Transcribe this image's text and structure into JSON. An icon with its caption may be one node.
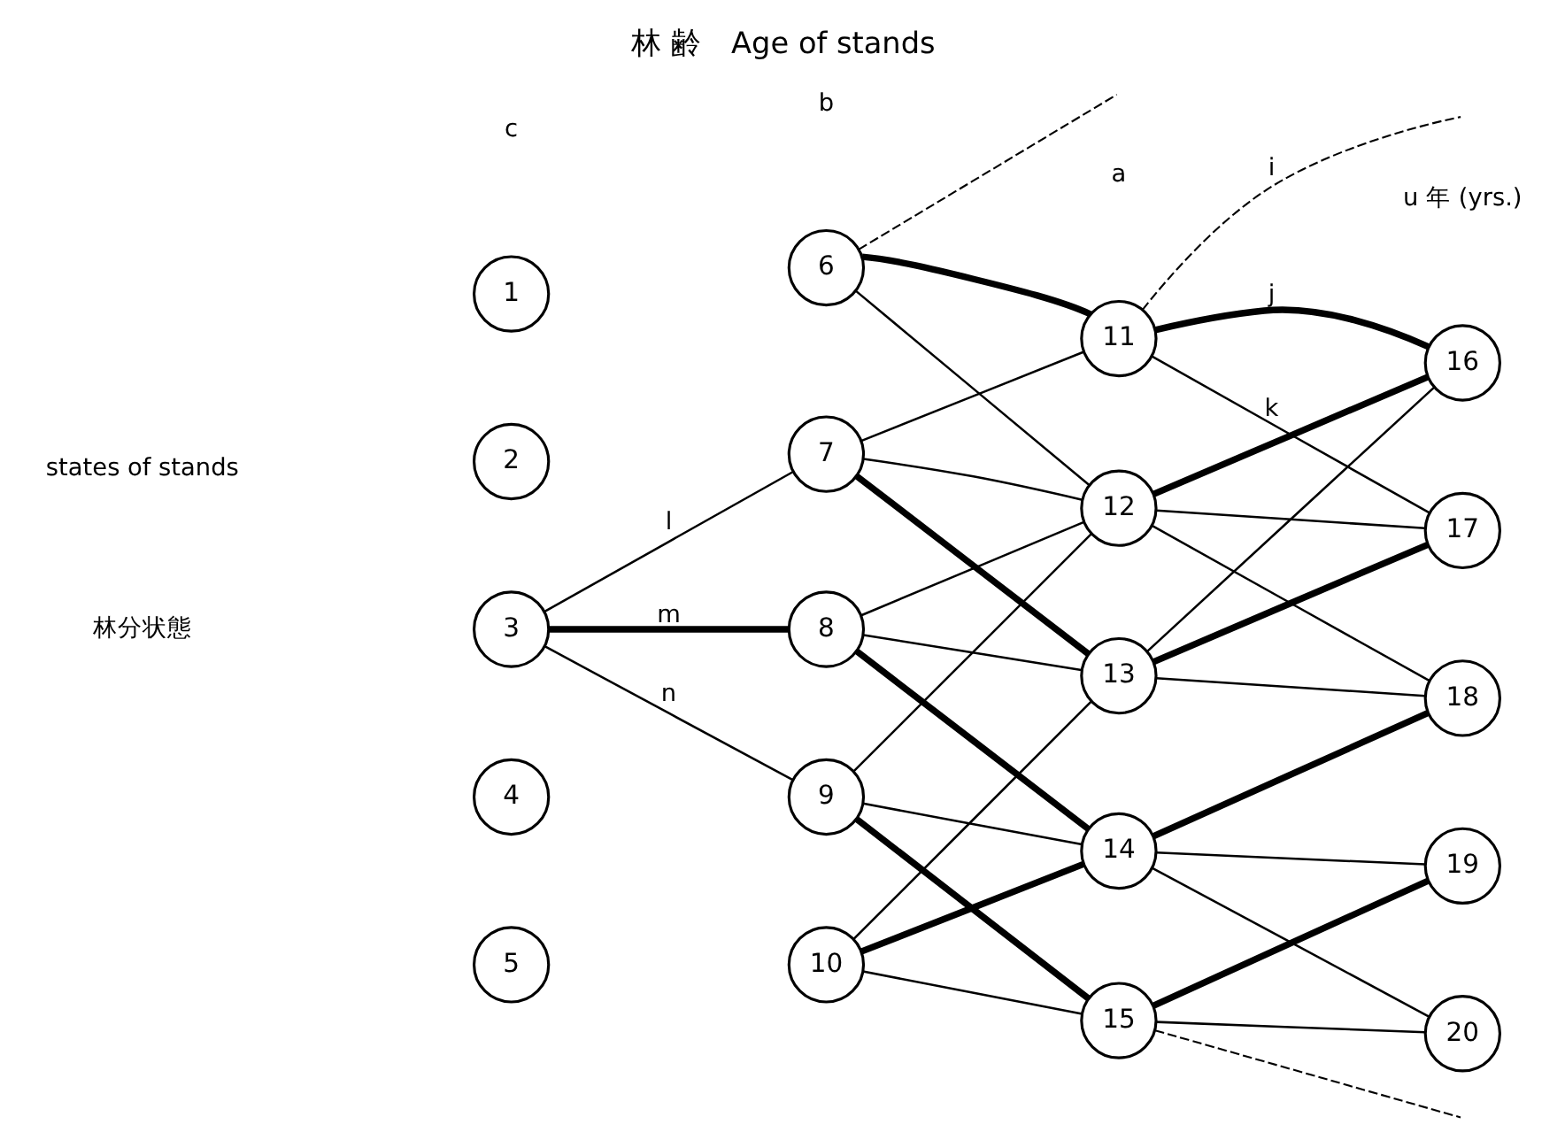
{
  "diagram": {
    "title": "林 齢　Age of stands",
    "nodes": [
      {
        "text": [
          "1"
        ]
      },
      {
        "text": [
          "2"
        ]
      },
      {
        "text": [
          "3"
        ]
      },
      {
        "text": [
          "4"
        ]
      },
      {
        "text": [
          "5"
        ]
      },
      {
        "text": [
          "6"
        ]
      },
      {
        "text": [
          "7"
        ]
      },
      {
        "text": [
          "8"
        ]
      },
      {
        "text": [
          "9"
        ]
      },
      {
        "text": [
          "10"
        ]
      },
      {
        "text": [
          "11"
        ]
      },
      {
        "text": [
          "12"
        ]
      },
      {
        "text": [
          "13"
        ]
      },
      {
        "text": [
          "14"
        ]
      },
      {
        "text": [
          "15"
        ]
      },
      {
        "text": [
          "16"
        ]
      },
      {
        "text": [
          "17"
        ]
      },
      {
        "text": [
          "18"
        ]
      },
      {
        "text": [
          "19"
        ]
      },
      {
        "text": [
          "20"
        ]
      }
    ],
    "edges": [
      {
        "from": 2,
        "to": 6,
        "arrow": "none",
        "label": "l"
      },
      {
        "from": 2,
        "to": 7,
        "arrow": "none",
        "label": "m",
        "style": "thick"
      },
      {
        "from": 2,
        "to": 8,
        "arrow": "none",
        "label": "n"
      },
      {
        "from": 5,
        "to": null,
        "arrow": "none",
        "style": "dashed"
      },
      {
        "from": 5,
        "to": 10,
        "arrow": "none",
        "style": "thick"
      },
      {
        "from": 5,
        "to": 11,
        "arrow": "none"
      },
      {
        "from": 6,
        "to": 10,
        "arrow": "none"
      },
      {
        "from": 6,
        "to": 11,
        "arrow": "none"
      },
      {
        "from": 6,
        "to": 12,
        "arrow": "none",
        "style": "thick"
      },
      {
        "from": 7,
        "to": 11,
        "arrow": "none"
      },
      {
        "from": 7,
        "to": 12,
        "arrow": "none"
      },
      {
        "from": 7,
        "to": 13,
        "arrow": "none",
        "style": "thick"
      },
      {
        "from": 8,
        "to": 11,
        "arrow": "none"
      },
      {
        "from": 8,
        "to": 13,
        "arrow": "none"
      },
      {
        "from": 8,
        "to": 14,
        "arrow": "none",
        "style": "thick"
      },
      {
        "from": 9,
        "to": 12,
        "arrow": "none"
      },
      {
        "from": 9,
        "to": 13,
        "arrow": "none",
        "style": "thick"
      },
      {
        "from": 9,
        "to": 14,
        "arrow": "none"
      },
      {
        "from": 10,
        "to": null,
        "arrow": "none",
        "label": "i",
        "style": "dashed"
      },
      {
        "from": 10,
        "to": 15,
        "arrow": "none",
        "label": "j",
        "style": "thick"
      },
      {
        "from": 10,
        "to": 16,
        "arrow": "none",
        "label": "k"
      },
      {
        "from": 11,
        "to": 15,
        "arrow": "none",
        "style": "thick"
      },
      {
        "from": 11,
        "to": 16,
        "arrow": "none"
      },
      {
        "from": 11,
        "to": 17,
        "arrow": "none"
      },
      {
        "from": 12,
        "to": 15,
        "arrow": "none"
      },
      {
        "from": 12,
        "to": 16,
        "arrow": "none",
        "style": "thick"
      },
      {
        "from": 12,
        "to": 17,
        "arrow": "none"
      },
      {
        "from": 13,
        "to": 17,
        "arrow": "none",
        "style": "thick"
      },
      {
        "from": 13,
        "to": 18,
        "arrow": "none"
      },
      {
        "from": 13,
        "to": 19,
        "arrow": "none"
      },
      {
        "from": 14,
        "to": null,
        "arrow": "none",
        "style": "dashed"
      },
      {
        "from": 14,
        "to": 18,
        "arrow": "none",
        "style": "thick"
      },
      {
        "from": 14,
        "to": 19,
        "arrow": "none"
      }
    ],
    "labels": [
      "c",
      "b",
      "a",
      "u 年 (yrs.)",
      "states of stands",
      "林分状態"
    ]
  }
}
